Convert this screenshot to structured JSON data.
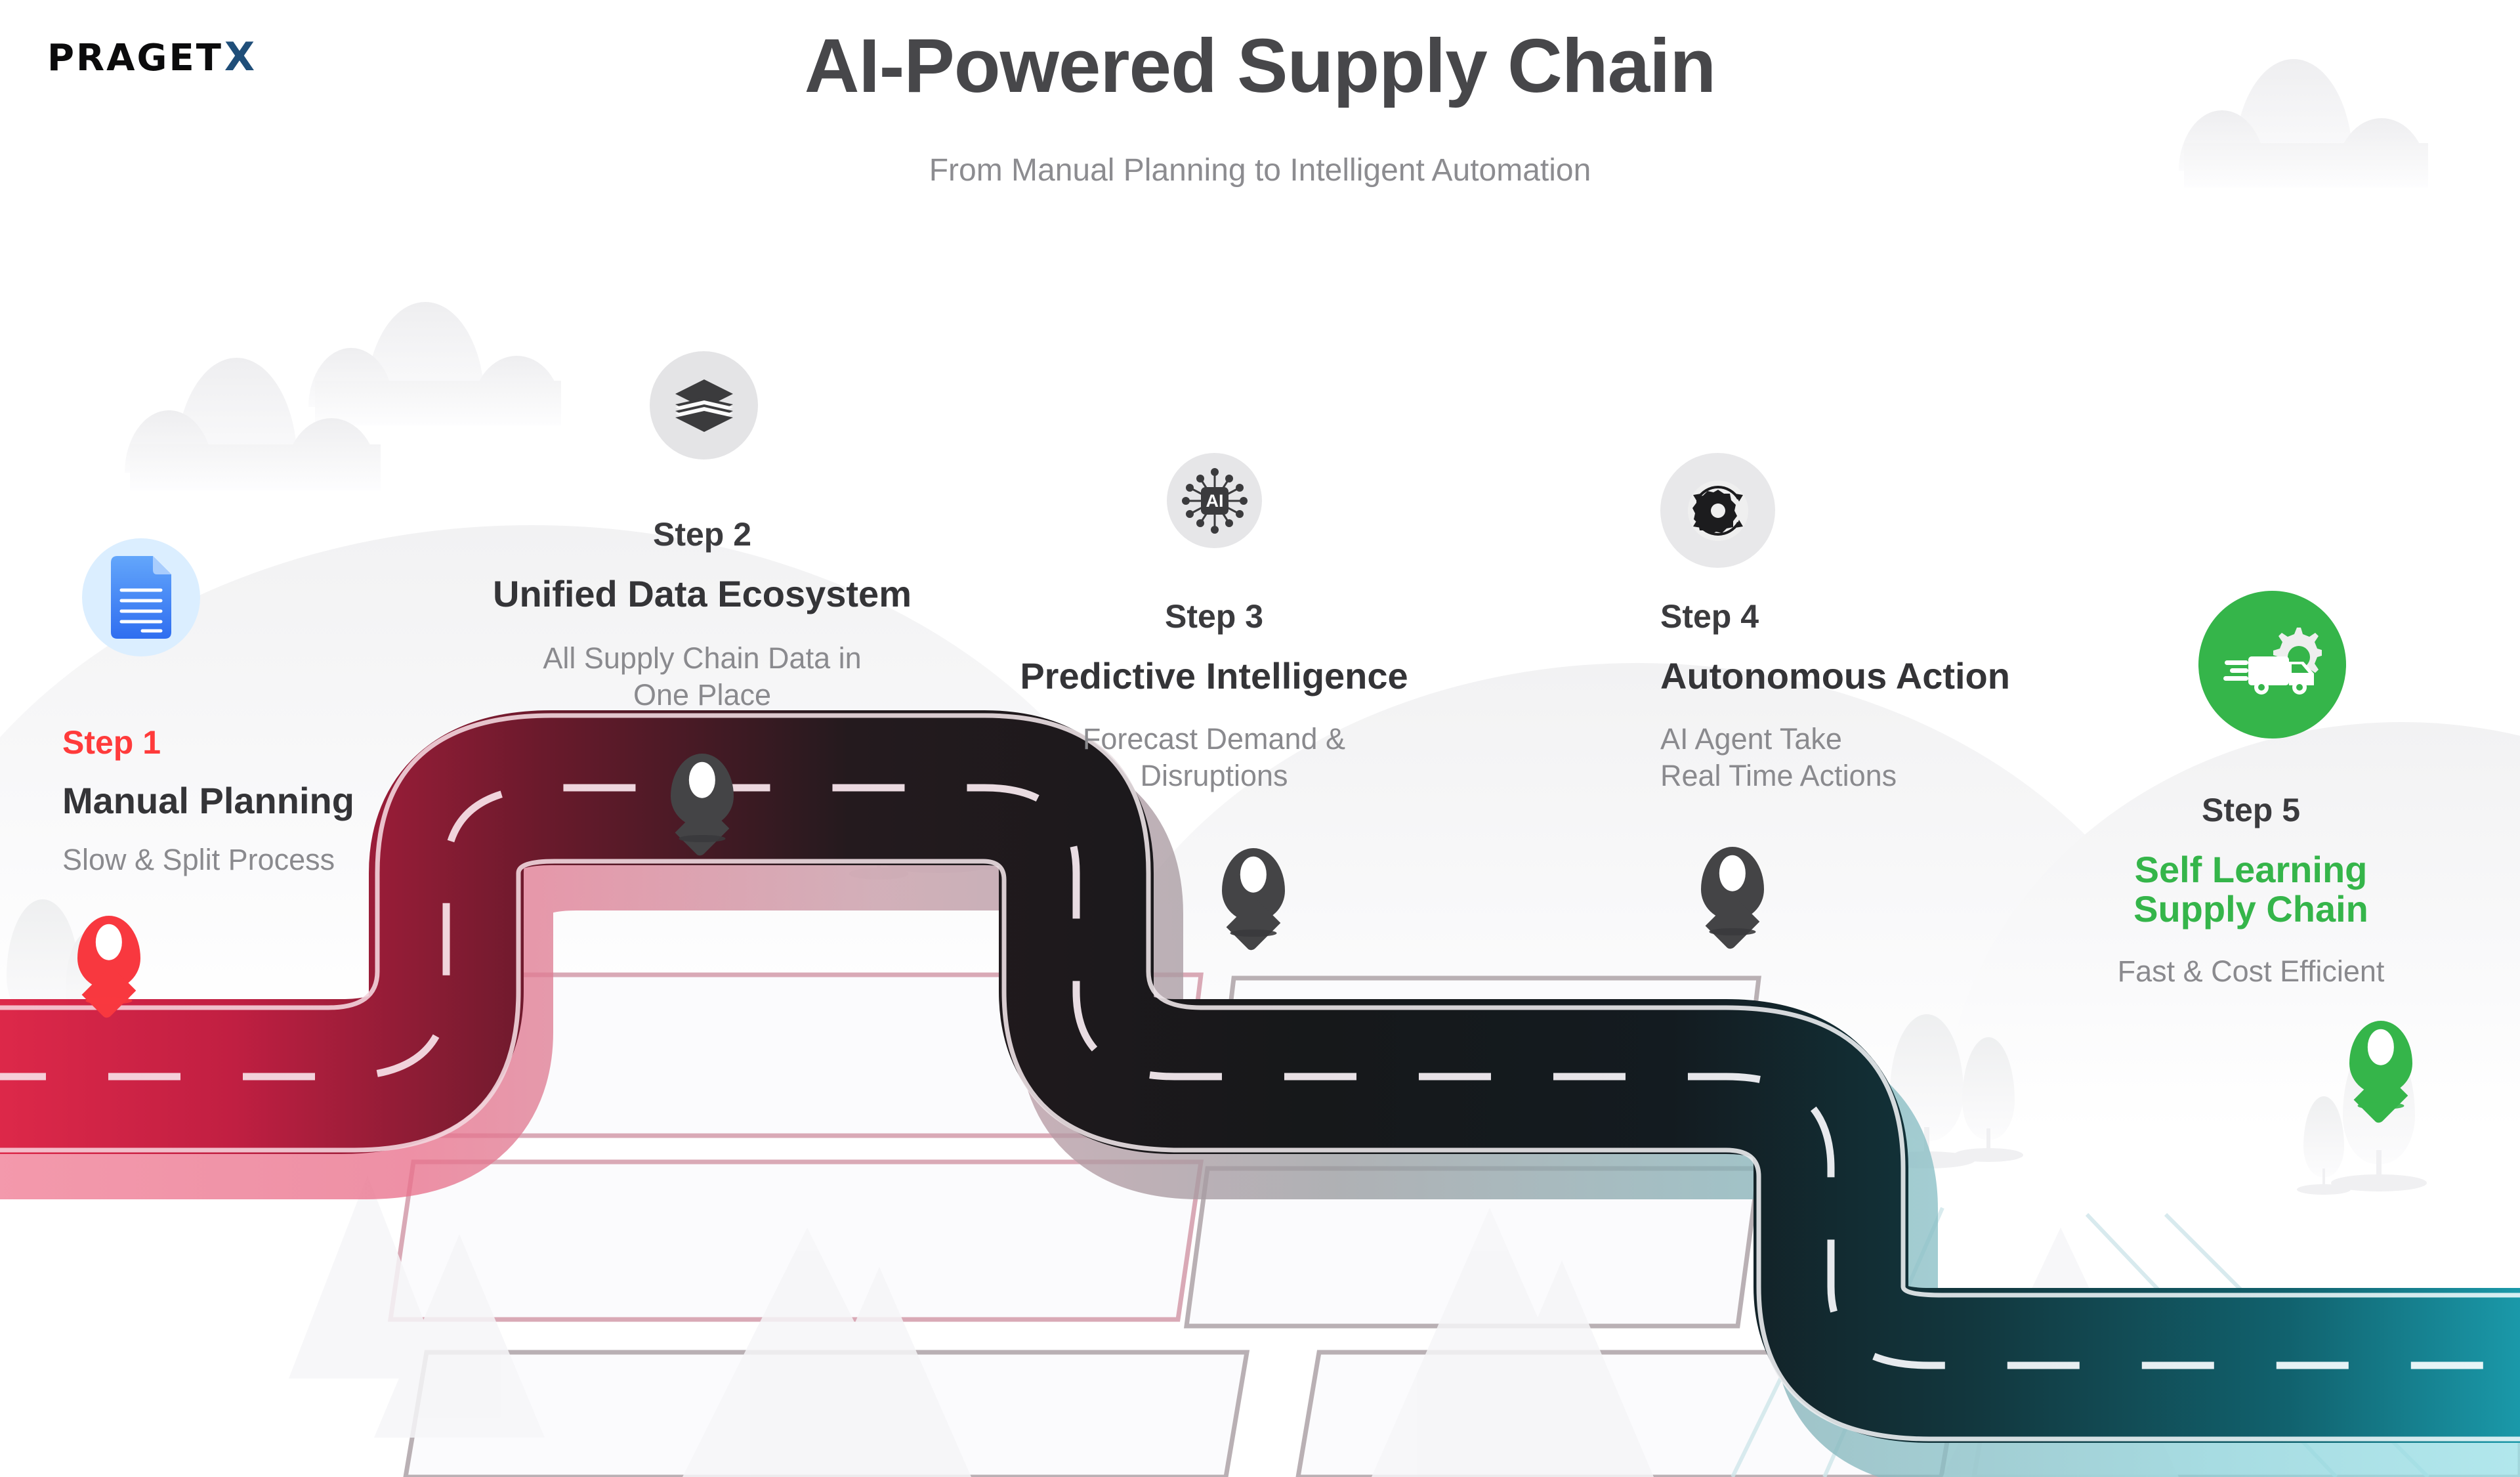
{
  "brand": {
    "name": "PRAGET",
    "mark": "X",
    "mark_color": "#1f4e79"
  },
  "header": {
    "title": "AI-Powered Supply Chain",
    "subtitle": "From Manual Planning to Intelligent Automation",
    "title_color": "#47474a",
    "subtitle_color": "#8c8c90"
  },
  "steps": [
    {
      "label": "Step 1",
      "name": "Manual Planning",
      "desc": "Slow & Split Process",
      "icon": "document-icon",
      "label_color": "#ff3b3b",
      "name_color": "#343437",
      "icon_bg": "#dbeeff",
      "pin_color": "#f8383f"
    },
    {
      "label": "Step 2",
      "name": "Unified Data Ecosystem",
      "desc": "All Supply Chain Data in One Place",
      "icon": "layers-icon",
      "label_color": "#3b3b3e",
      "name_color": "#343437",
      "icon_bg": "#e4e4e6",
      "pin_color": "#444446"
    },
    {
      "label": "Step 3",
      "name": "Predictive Intelligence",
      "desc": "Forecast Demand & Disruptions",
      "icon": "ai-chip-icon",
      "label_color": "#3b3b3e",
      "name_color": "#343437",
      "icon_bg": "#e6e6e8",
      "pin_color": "#444446"
    },
    {
      "label": "Step 4",
      "name": "Autonomous Action",
      "desc": "AI Agent Take Real Time Actions",
      "icon": "gear-cycle-icon",
      "label_color": "#3b3b3e",
      "name_color": "#343437",
      "icon_bg": "#e6e6e8",
      "pin_color": "#444446"
    },
    {
      "label": "Step 5",
      "name": "Self Learning Supply Chain",
      "desc": "Fast & Cost Efficient",
      "icon": "delivery-truck-gear-icon",
      "label_color": "#3b3b3e",
      "name_color": "#35b54a",
      "icon_bg": "#35b54a",
      "pin_color": "#35b54a"
    }
  ],
  "step3_desc_line1": "Forecast Demand &",
  "step3_desc_line2": "Disruptions",
  "step2_desc_line1": "All Supply Chain Data in",
  "step2_desc_line2": "One Place",
  "step4_desc_line1": "AI Agent Take",
  "step4_desc_line2": "Real Time Actions",
  "step5_name_line1": "Self Learning",
  "step5_name_line2": "Supply Chain",
  "road": {
    "start_color": "#e0294a",
    "mid_color": "#1b1417",
    "end_color": "#27c6d6",
    "lane_marking_color": "#f0d3dc",
    "lane_marking_color_end": "#e8f6f8"
  },
  "chip_label": "AI"
}
